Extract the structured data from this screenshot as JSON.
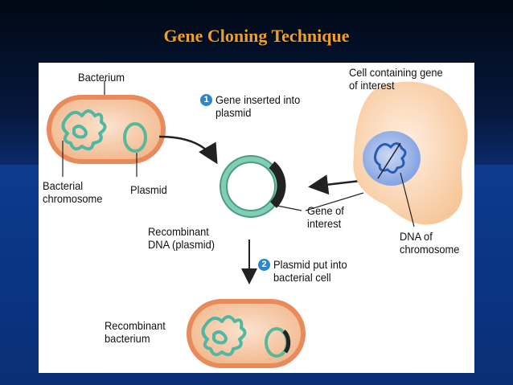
{
  "slide": {
    "title": "Gene Cloning Technique"
  },
  "labels": {
    "bacterium": "Bacterium",
    "bacterial_chromosome": "Bacterial\nchromosome",
    "plasmid": "Plasmid",
    "cell_containing_gene": "Cell containing gene\nof interest",
    "gene_of_interest": "Gene of\ninterest",
    "dna_of_chromosome": "DNA of\nchromosome",
    "recombinant_dna": "Recombinant\nDNA (plasmid)",
    "recombinant_bacterium": "Recombinant\nbacterium"
  },
  "steps": [
    {
      "number": "1",
      "text": "Gene inserted into\nplasmid"
    },
    {
      "number": "2",
      "text": "Plasmid put into\nbacterial cell"
    }
  ],
  "colors": {
    "title": "#f0a020",
    "cell_fill": "#f5c9a6",
    "cell_outline": "#e07a4a",
    "chromosome": "#6cc4b0",
    "plasmid": "#5ab89a",
    "gene": "#222222",
    "nucleus": "#9fb8e8",
    "step_badge": "#2a88c8"
  }
}
